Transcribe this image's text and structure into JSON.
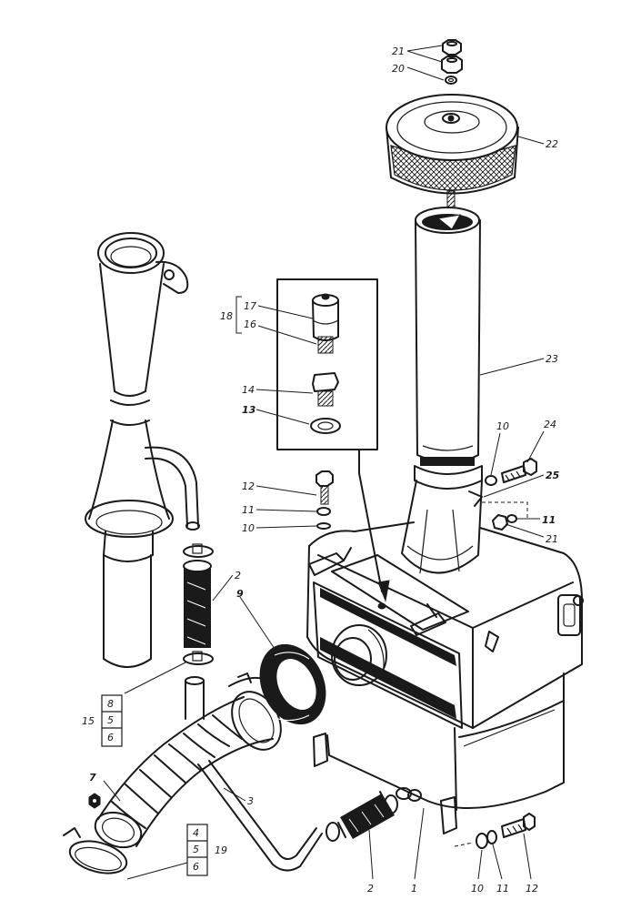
{
  "callouts": {
    "c1": "1",
    "c2a": "2",
    "c2b": "2",
    "c3": "3",
    "c7": "7",
    "c9": "9",
    "c10a": "10",
    "c10b": "10",
    "c10c": "10",
    "c11a": "11",
    "c11b": "11",
    "c11c": "11",
    "c12a": "12",
    "c12b": "12",
    "c13": "13",
    "c14": "14",
    "c16": "16",
    "c17": "17",
    "c18": "18",
    "c20": "20",
    "c21a": "21",
    "c21b": "21",
    "c22": "22",
    "c23": "23",
    "c24": "24",
    "c25": "25",
    "g15": [
      "8",
      "5",
      "6"
    ],
    "g15_label": "15",
    "g19": [
      "4",
      "5",
      "6"
    ],
    "g19_label": "19"
  },
  "colors": {
    "ink": "#1a1a1a",
    "paper": "#ffffff"
  }
}
